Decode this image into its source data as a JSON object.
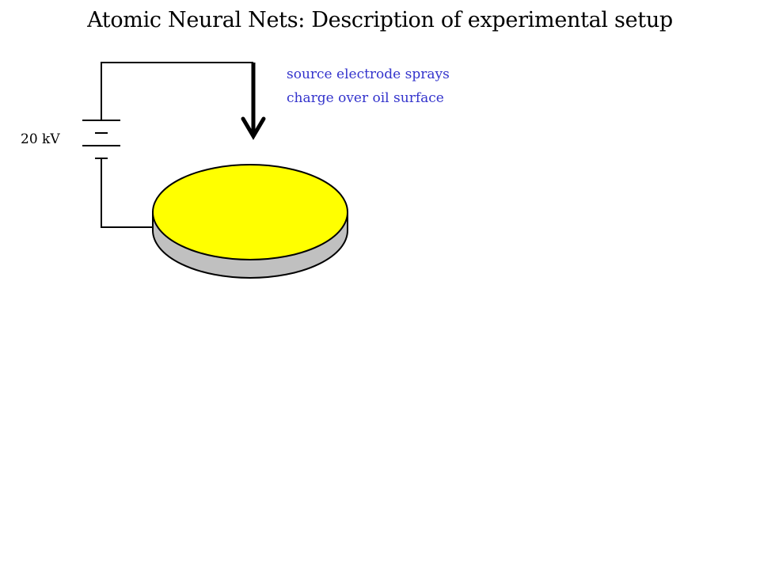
{
  "title": "Atomic Neural Nets: Description of experimental setup",
  "voltage_label": "20 kV",
  "annotation": {
    "line1": "source electrode sprays",
    "line2": "charge over oil surface"
  },
  "colors": {
    "text": "#000000",
    "annotation": "#3333cc",
    "oil_surface": "#ffff00",
    "dish_side": "#c0c0c0",
    "wire": "#000000"
  },
  "icons": {
    "battery": "battery-symbol-icon",
    "electrode": "down-arrow-electrode-icon"
  }
}
